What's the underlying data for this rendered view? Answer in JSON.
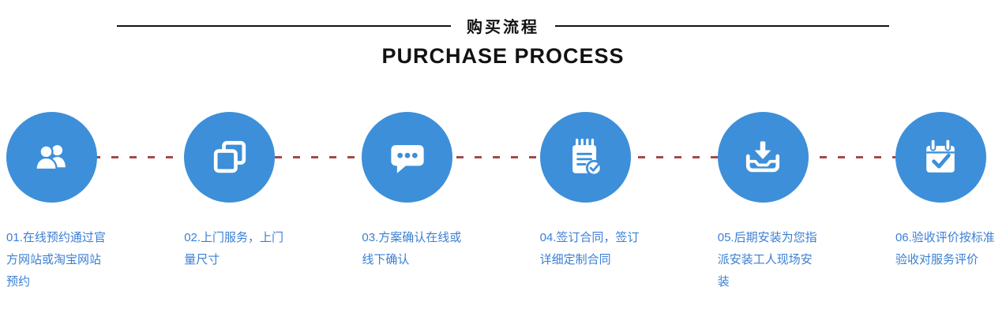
{
  "header": {
    "title_zh": "购买流程",
    "title_en": "PURCHASE PROCESS"
  },
  "steps": [
    {
      "icon": "users-icon",
      "text": "01.在线预约通过官方网站或淘宝网站预约"
    },
    {
      "icon": "copy-photos-icon",
      "text": "02.上门服务，上门量尺寸"
    },
    {
      "icon": "chat-bubble-icon",
      "text": "03.方案确认在线或线下确认"
    },
    {
      "icon": "notepad-check-icon",
      "text": "04.签订合同，签订详细定制合同"
    },
    {
      "icon": "install-inbox-icon",
      "text": "05.后期安装为您指派安装工人现场安装"
    },
    {
      "icon": "calendar-check-icon",
      "text": "06.验收评价按标准验收对服务评价"
    }
  ],
  "colors": {
    "circle_blue": "#3D8FD9",
    "text_blue": "#3B7FD3",
    "dash_red": "#A34A4A",
    "title_black": "#121212"
  }
}
